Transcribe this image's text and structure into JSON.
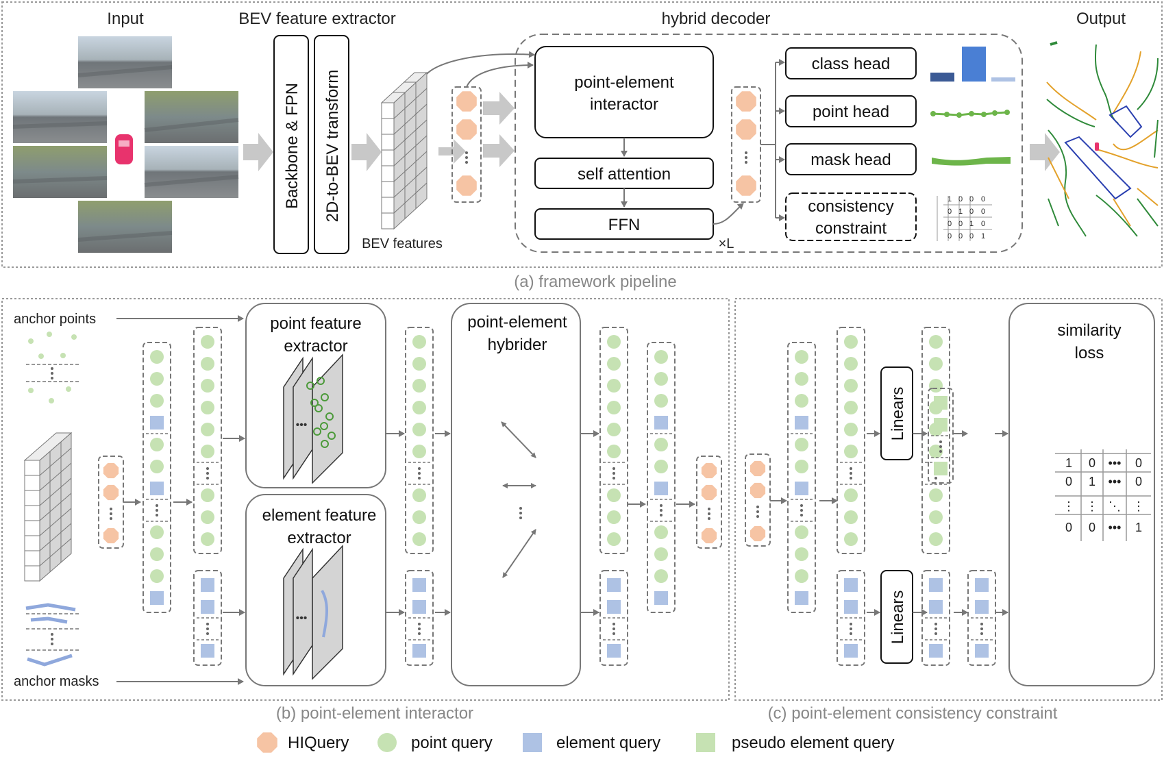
{
  "panel_a": {
    "input_title": "Input",
    "bev_title": "BEV feature extractor",
    "backbone_label": "Backbone & FPN",
    "transform_label": "2D-to-BEV transform",
    "bev_features_label": "BEV features",
    "hybrid_title": "hybrid decoder",
    "interactor_line1": "point-element",
    "interactor_line2": "interactor",
    "self_attention": "self attention",
    "ffn": "FFN",
    "repeat": "×L",
    "class_head": "class head",
    "point_head": "point head",
    "mask_head": "mask head",
    "consistency_line1": "consistency",
    "consistency_line2": "constraint",
    "identity_matrix": [
      [
        "1",
        "0",
        "0",
        "0"
      ],
      [
        "0",
        "1",
        "0",
        "0"
      ],
      [
        "0",
        "0",
        "1",
        "0"
      ],
      [
        "0",
        "0",
        "0",
        "1"
      ]
    ],
    "output_title": "Output",
    "caption": "(a) framework pipeline"
  },
  "panel_b": {
    "anchor_points": "anchor points",
    "anchor_masks": "anchor masks",
    "point_extractor_line1": "point feature",
    "point_extractor_line2": "extractor",
    "element_extractor_line1": "element feature",
    "element_extractor_line2": "extractor",
    "hybrider_line1": "point-element",
    "hybrider_line2": "hybrider",
    "caption": "(b) point-element interactor"
  },
  "panel_c": {
    "linears_top": "Linears",
    "linears_bottom": "Linears",
    "similarity_line1": "similarity",
    "similarity_line2": "loss",
    "matrix": [
      [
        "1",
        "0",
        "•••",
        "0"
      ],
      [
        "0",
        "1",
        "•••",
        "0"
      ],
      [
        "⋮",
        "⋮",
        "⋱",
        "⋮"
      ],
      [
        "0",
        "0",
        "•••",
        "1"
      ]
    ],
    "caption": "(c) point-element consistency constraint"
  },
  "legend": [
    {
      "label": "HIQuery",
      "shape": "octagon",
      "color": "#f6c4a4"
    },
    {
      "label": "point query",
      "shape": "circle",
      "color": "#c6e2b3"
    },
    {
      "label": "element query",
      "shape": "square",
      "color": "#aec2e4"
    },
    {
      "label": "pseudo element query",
      "shape": "square",
      "color": "#c6e2b3"
    }
  ],
  "colors": {
    "hiquery": "#f6c4a4",
    "point_query": "#c6e2b3",
    "element_query": "#aec2e4",
    "pseudo_element": "#c6e2b3",
    "class_bars": [
      "#3b5a95",
      "#4a7fd4",
      "#aec2e4"
    ],
    "divider": "#e3a12a",
    "boundary": "#2f8a3a",
    "crossing": "#2a3fb0",
    "vehicle": "#e8336d"
  }
}
